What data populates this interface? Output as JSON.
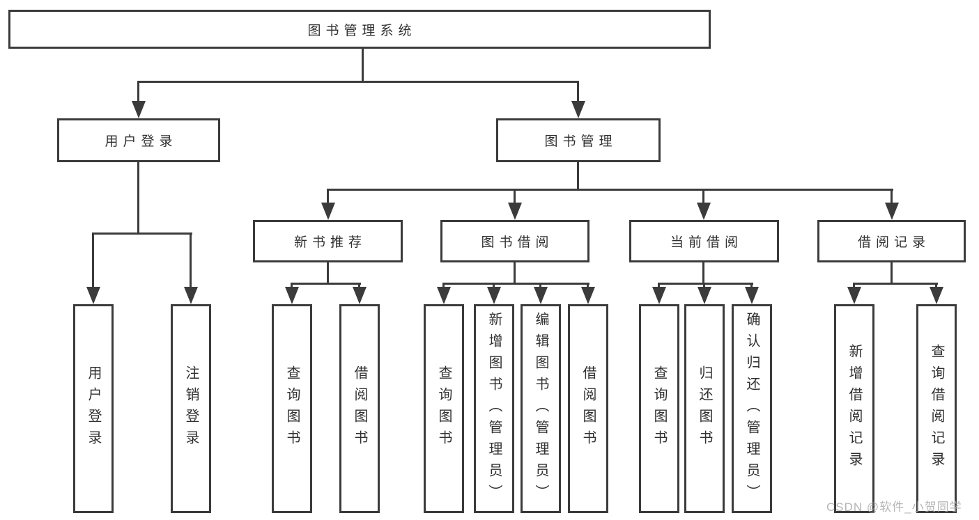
{
  "colors": {
    "line": "#3b3b3b",
    "text": "#303030",
    "watermark": "#a9a9a9",
    "background": "#ffffff"
  },
  "tree": {
    "root": {
      "label": "图书管理系统"
    },
    "level2": {
      "user_login": {
        "label": "用户登录"
      },
      "book_management": {
        "label": "图书管理"
      }
    },
    "level3": {
      "new_book_recommend": {
        "label": "新书推荐"
      },
      "book_borrow": {
        "label": "图书借阅"
      },
      "current_borrow": {
        "label": "当前借阅"
      },
      "borrow_records": {
        "label": "借阅记录"
      }
    },
    "leaves": {
      "user_login": {
        "label": "用户登录"
      },
      "logout": {
        "label": "注销登录"
      },
      "recommend_query_books": {
        "label": "查询图书"
      },
      "recommend_borrow_books": {
        "label": "借阅图书"
      },
      "borrow_query_books": {
        "label": "查询图书"
      },
      "borrow_add_books": {
        "label": "新增图书（管理员）"
      },
      "borrow_edit_books": {
        "label": "编辑图书（管理员）"
      },
      "borrow_borrow_books": {
        "label": "借阅图书"
      },
      "current_query_books": {
        "label": "查询图书"
      },
      "current_return_books": {
        "label": "归还图书"
      },
      "current_confirm_return": {
        "label": "确认归还（管理员）"
      },
      "records_add_record": {
        "label": "新增借阅记录"
      },
      "records_query_record": {
        "label": "查询借阅记录"
      }
    }
  },
  "watermark": {
    "text": "CSDN @软件_小贺同学"
  }
}
